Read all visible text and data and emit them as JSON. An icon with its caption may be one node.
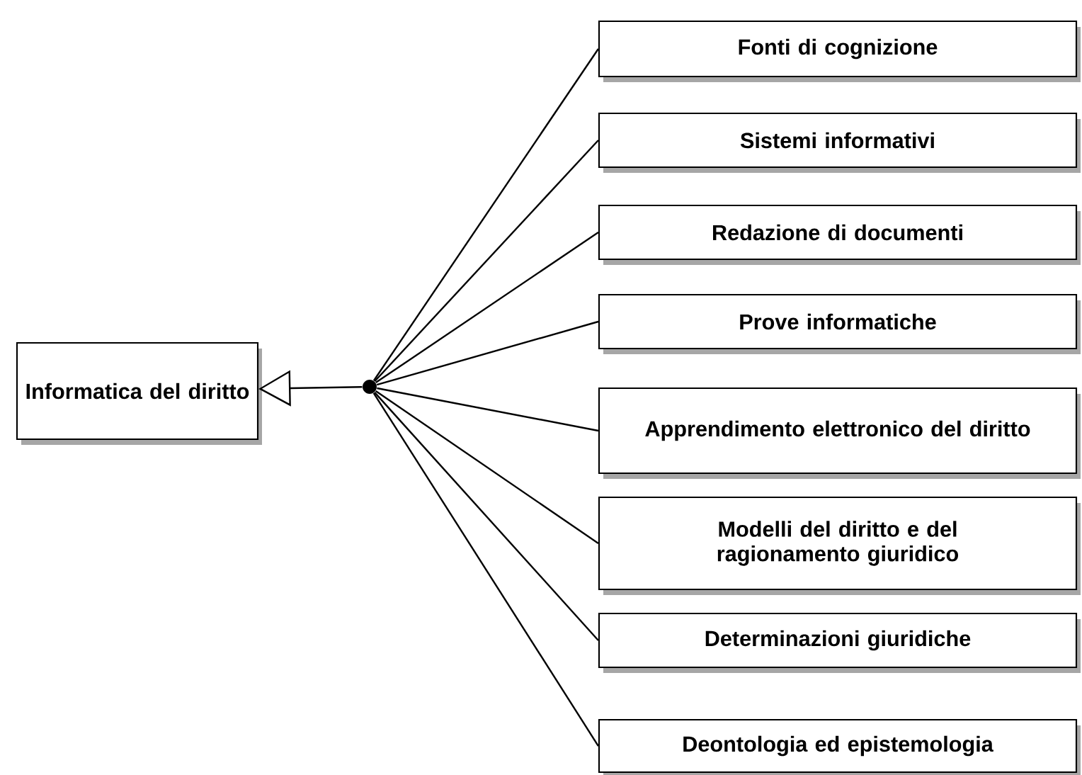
{
  "diagram": {
    "nodes": [
      {
        "text": [
          "Informatica del diritto"
        ]
      },
      {
        "text": [],
        "shape": "circle"
      },
      {
        "text": [
          "Fonti di cognizione"
        ]
      },
      {
        "text": [
          "Sistemi informativi"
        ]
      },
      {
        "text": [
          "Redazione di documenti"
        ]
      },
      {
        "text": [
          "Prove informatiche"
        ]
      },
      {
        "text": [
          "Apprendimento elettronico del diritto"
        ]
      },
      {
        "text": [
          "Modelli del diritto e del ragionamento giuridico"
        ]
      },
      {
        "text": [
          "Determinazioni giuridiche"
        ]
      },
      {
        "text": [
          "Deontologia ed epistemologia"
        ]
      }
    ],
    "edges": [
      {
        "from": 1,
        "to": 0,
        "arrow": "to"
      },
      {
        "from": 2,
        "to": 1,
        "arrow": "none"
      },
      {
        "from": 3,
        "to": 1,
        "arrow": "none"
      },
      {
        "from": 4,
        "to": 1,
        "arrow": "none"
      },
      {
        "from": 5,
        "to": 1,
        "arrow": "none"
      },
      {
        "from": 6,
        "to": 1,
        "arrow": "none"
      },
      {
        "from": 7,
        "to": 1,
        "arrow": "none"
      },
      {
        "from": 8,
        "to": 1,
        "arrow": "none"
      },
      {
        "from": 9,
        "to": 1,
        "arrow": "none"
      }
    ]
  }
}
